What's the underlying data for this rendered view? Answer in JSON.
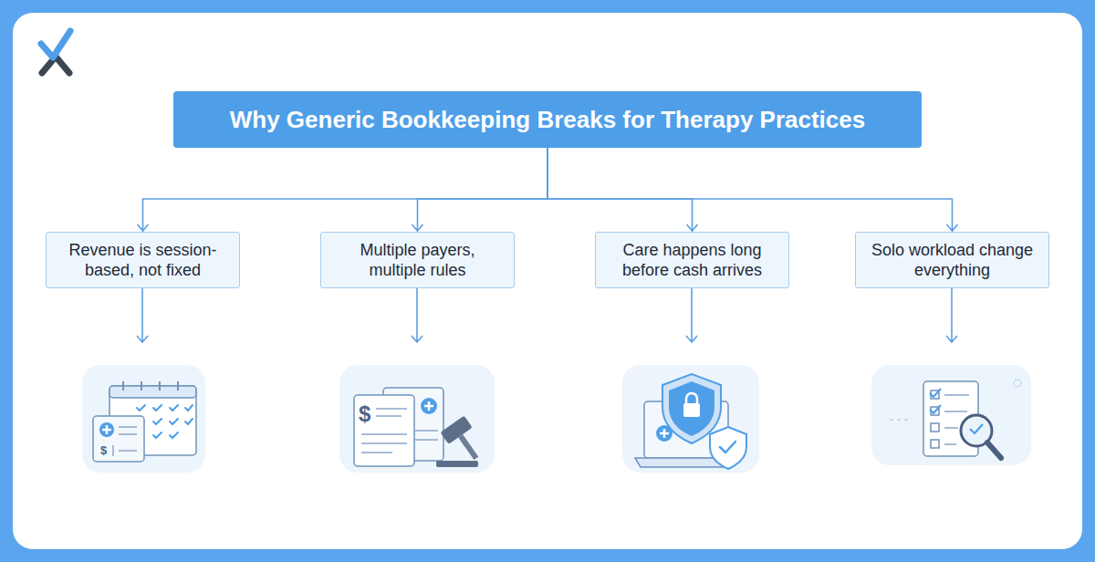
{
  "diagram": {
    "nodes": [
      {
        "text": [
          "Why Generic Bookkeeping Breaks for Therapy Practices"
        ]
      },
      {
        "text": [
          "Revenue is session-based, not fixed"
        ]
      },
      {
        "text": [
          "Multiple payers, multiple rules"
        ]
      },
      {
        "text": [
          "Care happens long before cash arrives"
        ]
      },
      {
        "text": [
          "Solo workload change everything"
        ]
      }
    ],
    "edges": [
      {
        "from": 0,
        "to": 1,
        "arrow": "to"
      },
      {
        "from": 0,
        "to": 2,
        "arrow": "to"
      },
      {
        "from": 0,
        "to": 3,
        "arrow": "to"
      },
      {
        "from": 0,
        "to": 4,
        "arrow": "to"
      }
    ],
    "labels": [
      "$",
      "$"
    ]
  }
}
